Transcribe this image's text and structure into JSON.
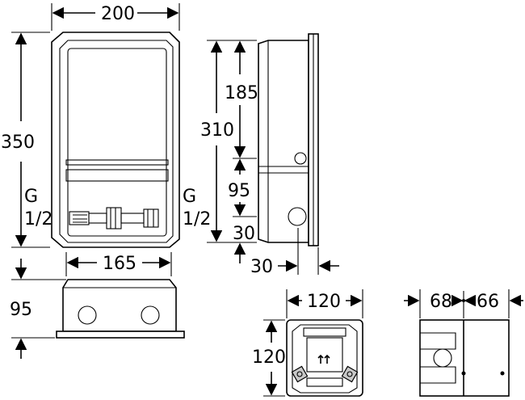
{
  "dimensions": {
    "front_width": "200",
    "front_height": "350",
    "thread_left": [
      "G",
      "1/2"
    ],
    "thread_right": [
      "G",
      "1/2"
    ],
    "front_inner_width": "165",
    "bottom_depth": "95",
    "side_total": "310",
    "side_upper": "185",
    "side_middle": "95",
    "side_lower": "30",
    "side_depth_offset": "30",
    "top_width": "120",
    "top_height": "120",
    "right_left": "68",
    "right_right": "66"
  },
  "colors": {
    "line": "#000000",
    "fill": "#ffffff",
    "accent": "#c8c8c8"
  }
}
